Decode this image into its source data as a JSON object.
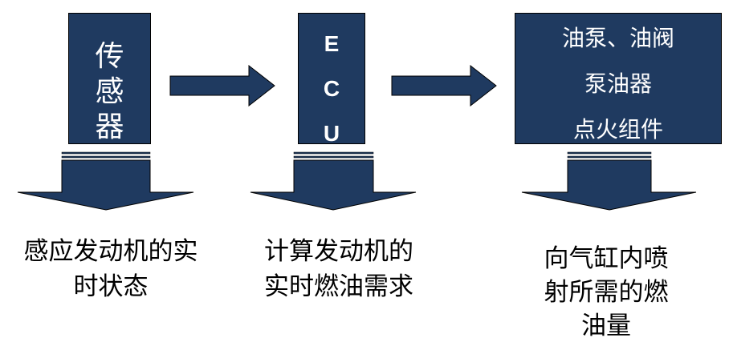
{
  "colors": {
    "box_fill": "#1f3a60",
    "box_text": "#ffffff",
    "caption_text": "#000000"
  },
  "sensor": {
    "lines": [
      "传",
      "感",
      "器"
    ]
  },
  "ecu": {
    "lines": [
      "E",
      "C",
      "U"
    ]
  },
  "actuators": {
    "lines": [
      "油泵、油阀",
      "泵油器",
      "点火组件"
    ]
  },
  "captions": {
    "sensor": [
      "感应发动机的实",
      "时状态"
    ],
    "ecu": [
      "计算发动机的",
      "实时燃油需求"
    ],
    "actuators": [
      "向气缸内喷",
      "射所需的燃",
      "油量"
    ]
  }
}
